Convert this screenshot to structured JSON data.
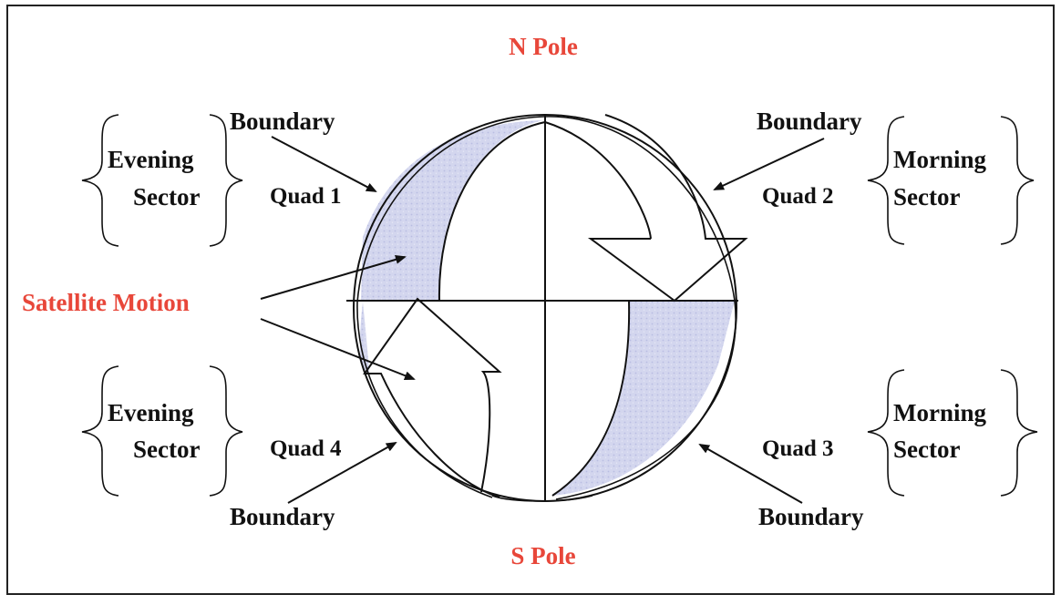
{
  "diagram": {
    "poles": {
      "north": "N Pole",
      "south": "S Pole"
    },
    "motion_label": "Satellite Motion",
    "quads": [
      "Quad 1",
      "Quad 2",
      "Quad 3",
      "Quad 4"
    ],
    "boundary_label": "Boundary",
    "sectors": {
      "evening": [
        "Evening",
        "Sector"
      ],
      "morning": [
        "Morning",
        "Sector"
      ]
    },
    "colors": {
      "label_accent": "#e8473a",
      "shaded_region": "#c9cde8",
      "line": "#111111"
    }
  }
}
